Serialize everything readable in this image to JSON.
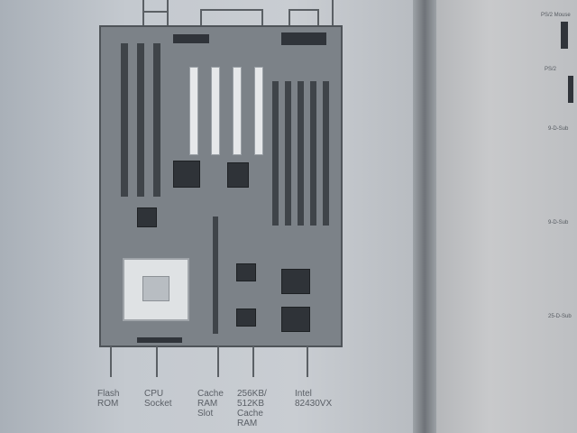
{
  "image": {
    "description_elements": "motherboard-illustration",
    "labels": {
      "flash_rom": [
        "Flash",
        "ROM"
      ],
      "cpu_socket": [
        "CPU",
        "Socket"
      ],
      "cache_ram_slot": [
        "Cache",
        "RAM",
        "Slot"
      ],
      "cache_256_512": [
        "256KB/",
        "512KB",
        "Cache",
        "RAM"
      ],
      "chipset": [
        "Intel",
        "82430VX"
      ]
    },
    "right_page_labels": [
      "PS/2 Mouse",
      "PS/2",
      "9-D-Sub",
      "9-D-Sub",
      "25-D-Sub"
    ]
  }
}
